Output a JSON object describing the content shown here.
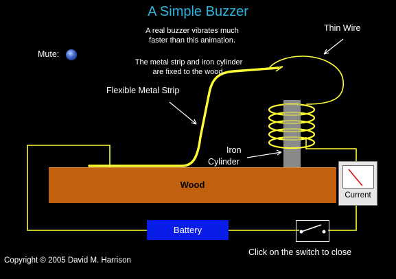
{
  "title": "A Simple Buzzer",
  "notes": {
    "line1a": "A real buzzer vibrates much",
    "line1b": "faster than this animation.",
    "line2a": "The metal strip and iron cylinder",
    "line2b": "are fixed to the wood."
  },
  "labels": {
    "thin_wire": "Thin Wire",
    "flexible_strip": "Flexible Metal Strip",
    "iron_a": "Iron",
    "iron_b": "Cylinder",
    "wood": "Wood",
    "battery": "Battery",
    "current": "Current"
  },
  "mute": {
    "label": "Mute:",
    "icon": "mute-button-icon"
  },
  "switch_state": "open",
  "instruction": "Click on the switch to close",
  "copyright": "Copyright © 2005 David M. Harrison",
  "colors": {
    "title": "#29b6e0",
    "wire": "#ffff33",
    "wood": "#c1610f",
    "battery": "#0a1de8",
    "iron": "#8a8a8a"
  }
}
